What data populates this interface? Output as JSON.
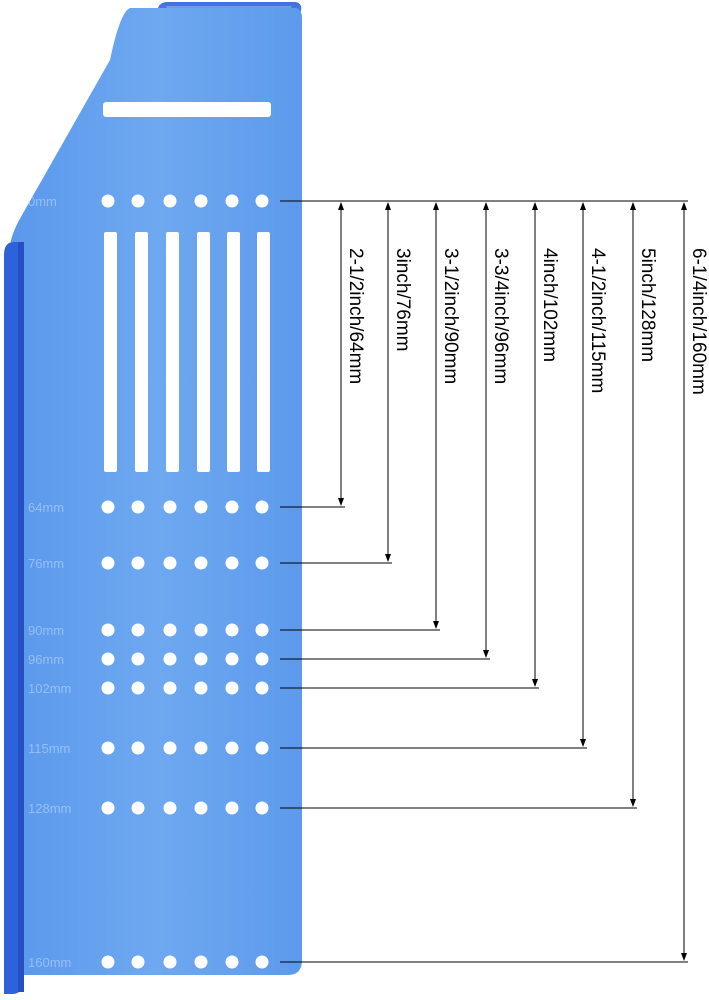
{
  "template": {
    "row_labels": [
      "0mm",
      "64mm",
      "76mm",
      "90mm",
      "96mm",
      "102mm",
      "115mm",
      "128mm",
      "160mm"
    ],
    "hole_columns": 6,
    "slot_count": 6
  },
  "dimensions": [
    {
      "label": "2-1/2inch/64mm"
    },
    {
      "label": "3inch/76mm"
    },
    {
      "label": "3-1/2inch/90mm"
    },
    {
      "label": "3-3/4inch/96mm"
    },
    {
      "label": "4inch/102mm"
    },
    {
      "label": "4-1/2inch/115mm"
    },
    {
      "label": "5inch/128mm"
    },
    {
      "label": "6-1/4inch/160mm"
    }
  ],
  "colors": {
    "plate": "#4f8fe8",
    "plate_light": "#76aef2",
    "edge": "#2c5fd6",
    "lines": "#000000"
  }
}
